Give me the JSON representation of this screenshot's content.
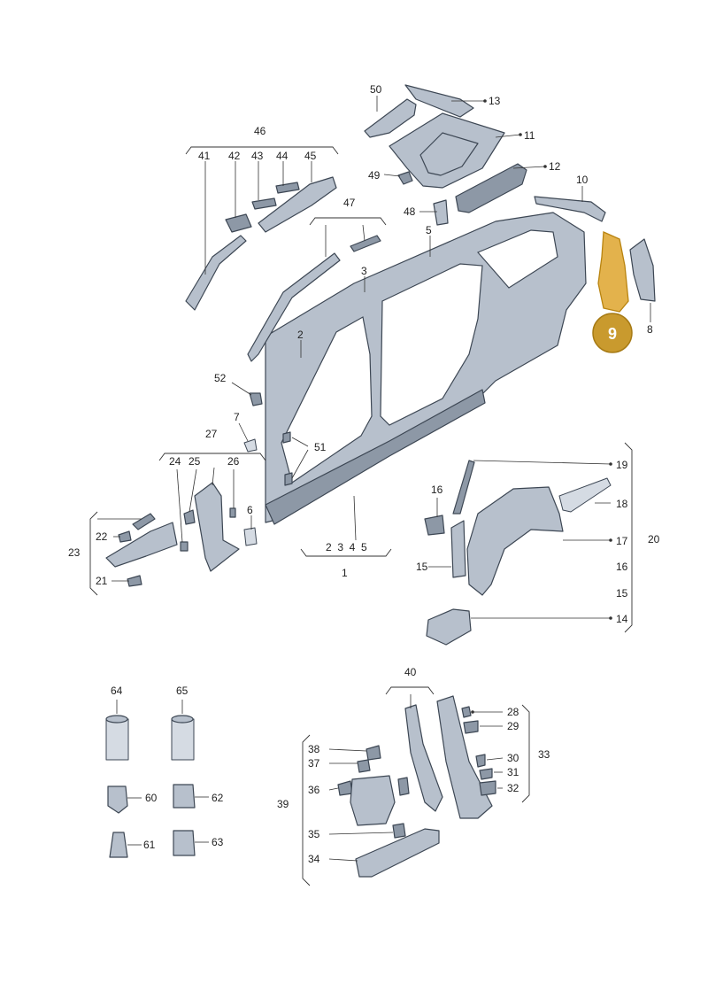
{
  "labels": {
    "l50": "50",
    "l13": "13",
    "l11": "11",
    "l12": "12",
    "l49": "49",
    "l48": "48",
    "l10": "10",
    "l8": "8",
    "l46": "46",
    "l41": "41",
    "l42": "42",
    "l43": "43",
    "l44": "44",
    "l45": "45",
    "l47": "47",
    "l5": "5",
    "l3": "3",
    "l2": "2",
    "l52": "52",
    "l7": "7",
    "l51": "51",
    "l27": "27",
    "l24": "24",
    "l25": "25",
    "l26": "26",
    "l6": "6",
    "l23": "23",
    "l22": "22",
    "l21": "21",
    "l1_group": "2  3  4  5",
    "l1": "1",
    "l16": "16",
    "l15": "15",
    "l19": "19",
    "l18": "18",
    "l17": "17",
    "l20": "20",
    "l16b": "16",
    "l15b": "15",
    "l14": "14",
    "l64": "64",
    "l65": "65",
    "l60": "60",
    "l62": "62",
    "l61": "61",
    "l63": "63",
    "l40": "40",
    "l38": "38",
    "l37": "37",
    "l36": "36",
    "l39": "39",
    "l35": "35",
    "l34": "34",
    "l28": "28",
    "l29": "29",
    "l30": "30",
    "l31": "31",
    "l32": "32",
    "l33": "33"
  },
  "highlight": {
    "label": "9",
    "color": "#c99a2e"
  }
}
